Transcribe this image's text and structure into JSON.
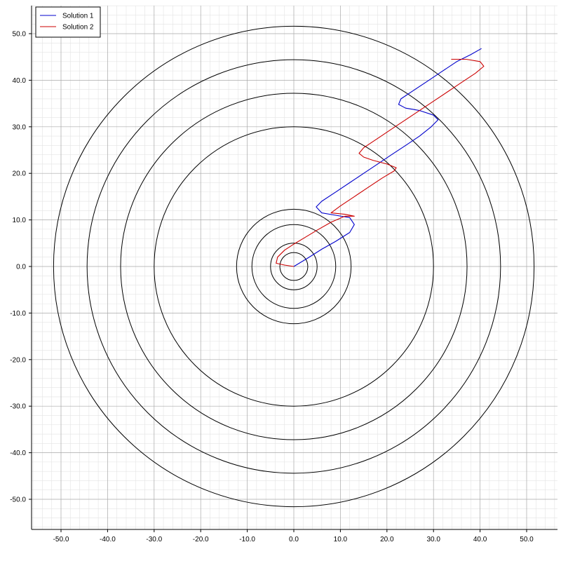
{
  "chart_data": {
    "type": "line",
    "title": "",
    "xlabel": "",
    "ylabel": "",
    "xlim": [
      -56,
      56.5
    ],
    "ylim": [
      -56,
      56.5
    ],
    "grid": true,
    "legend": "top-left",
    "xticks": [
      "-50.0",
      "-40.0",
      "-30.0",
      "-20.0",
      "-10.0",
      "0.0",
      "10.0",
      "20.0",
      "30.0",
      "40.0",
      "50.0"
    ],
    "yticks": [
      "50.0",
      "40.0",
      "30.0",
      "20.0",
      "10.0",
      "0.0",
      "-10.0",
      "-20.0",
      "-30.0",
      "-40.0",
      "-50.0"
    ],
    "circles": [
      {
        "r": 3.0
      },
      {
        "r": 5.0
      },
      {
        "r": 9.0
      },
      {
        "r": 12.3
      },
      {
        "r": 30.0
      },
      {
        "r": 37.2
      },
      {
        "r": 44.4
      },
      {
        "r": 51.6
      }
    ],
    "circle_color": "#000000",
    "series": [
      {
        "name": "Solution 1",
        "color": "#0000cc",
        "points": [
          [
            0,
            0
          ],
          [
            3,
            1.8
          ],
          [
            6,
            3.7
          ],
          [
            9,
            5.4
          ],
          [
            12,
            7.3
          ],
          [
            13,
            9
          ],
          [
            12,
            10.5
          ],
          [
            9,
            11
          ],
          [
            6,
            11.5
          ],
          [
            4.8,
            12.8
          ],
          [
            6,
            14
          ],
          [
            9,
            16
          ],
          [
            12,
            18
          ],
          [
            15,
            20
          ],
          [
            18,
            22
          ],
          [
            21,
            24
          ],
          [
            24,
            26
          ],
          [
            27,
            28
          ],
          [
            29.5,
            30
          ],
          [
            31,
            31.5
          ],
          [
            30,
            32.5
          ],
          [
            27,
            33.5
          ],
          [
            24,
            34
          ],
          [
            22.5,
            34.8
          ],
          [
            23,
            36
          ],
          [
            26,
            38
          ],
          [
            29,
            40
          ],
          [
            32,
            42
          ],
          [
            35,
            44
          ],
          [
            38,
            45.5
          ],
          [
            40.3,
            46.8
          ]
        ]
      },
      {
        "name": "Solution 2",
        "color": "#cc0000",
        "points": [
          [
            0,
            0
          ],
          [
            -2,
            0.3
          ],
          [
            -3.8,
            0.7
          ],
          [
            -3.5,
            2
          ],
          [
            -2,
            3.5
          ],
          [
            0,
            4.8
          ],
          [
            2,
            6
          ],
          [
            5,
            7.8
          ],
          [
            8,
            9.5
          ],
          [
            11,
            10.8
          ],
          [
            13,
            10.8
          ],
          [
            11,
            11.2
          ],
          [
            8,
            11.5
          ],
          [
            10,
            13
          ],
          [
            13,
            15
          ],
          [
            16,
            17
          ],
          [
            19,
            19
          ],
          [
            21.5,
            20.5
          ],
          [
            22,
            21.2
          ],
          [
            20,
            22
          ],
          [
            17,
            22.8
          ],
          [
            15,
            23.5
          ],
          [
            14,
            24.3
          ],
          [
            15,
            25.5
          ],
          [
            18,
            27.5
          ],
          [
            21,
            29.5
          ],
          [
            24,
            31.5
          ],
          [
            27,
            33.5
          ],
          [
            30,
            35.5
          ],
          [
            33,
            37.5
          ],
          [
            36,
            39.5
          ],
          [
            39,
            41.5
          ],
          [
            40.8,
            43
          ],
          [
            40,
            44
          ],
          [
            37,
            44.5
          ],
          [
            33.8,
            44.5
          ]
        ]
      }
    ]
  }
}
